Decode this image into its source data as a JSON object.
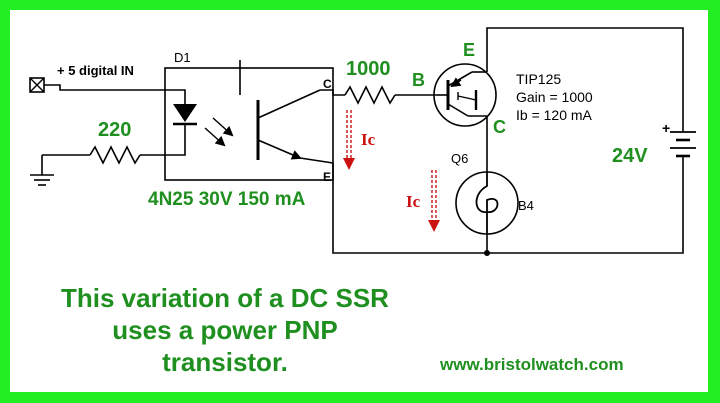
{
  "diagram": {
    "input_label": "+ 5 digital IN",
    "d1_label": "D1",
    "r_in_value": "220",
    "optocoupler_spec": "4N25 30V 150 mA",
    "collector_pin": "C",
    "emitter_pin": "E",
    "r_base_value": "1000",
    "base_pin": "B",
    "pnp_emitter_pin": "E",
    "pnp_collector_pin": "C",
    "transistor_model": "TIP125",
    "transistor_gain": "Gain = 1000",
    "transistor_ib": "Ib = 120 mA",
    "transistor_ref": "Q6",
    "battery_plus": "+",
    "battery_voltage": "24V",
    "lamp_ref": "B4",
    "current_label_1": "Ic",
    "current_label_2": "Ic"
  },
  "caption": {
    "line1": "This variation of a DC SSR",
    "line2": "uses a power PNP",
    "line3": "transistor."
  },
  "website": "www.bristolwatch.com",
  "colors": {
    "border": "#22ee22",
    "label_green": "#1f8f1f",
    "current_red": "#cc1111"
  }
}
